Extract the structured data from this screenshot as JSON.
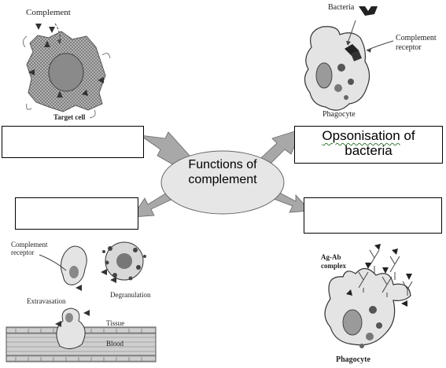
{
  "center": {
    "line1": "Functions of",
    "line2": "complement"
  },
  "boxes": {
    "top_left": "",
    "top_right_word1": "Opsonisation",
    "top_right_word2": "of",
    "top_right_line2": "bacteria",
    "bottom_left": "",
    "bottom_right": ""
  },
  "labels": {
    "complement": "Complement",
    "target_cell": "Target cell",
    "bacteria": "Bacteria",
    "complement_receptor_line1": "Complement",
    "complement_receptor_line2": "receptor",
    "phagocyte_top": "Phagocyte",
    "cr_bottom_line1": "Complement",
    "cr_bottom_line2": "receptor",
    "degranulation": "Degranulation",
    "extravasation": "Extravasation",
    "tissue": "Tissue",
    "blood": "Blood",
    "agab_line1": "Ag-Ab",
    "agab_line2": "complex",
    "phagocyte_bottom": "Phagocyte"
  },
  "colors": {
    "arrow_fill": "#a8a8a8",
    "ellipse_fill": "#e6e6e6",
    "ink": "#222222"
  }
}
